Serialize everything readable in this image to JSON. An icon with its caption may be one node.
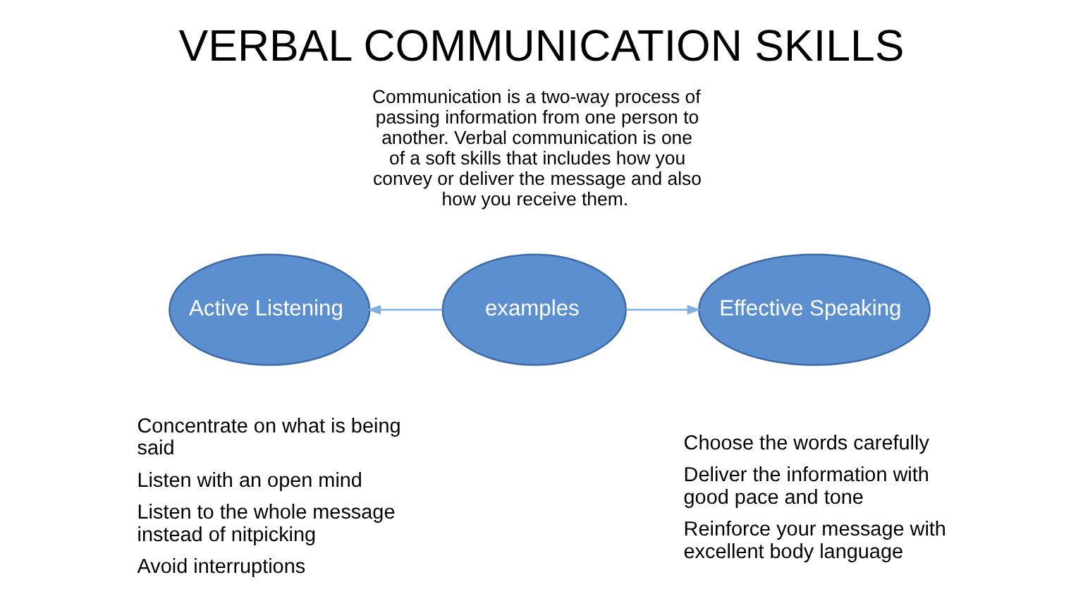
{
  "diagram": {
    "title": "VERBAL COMMUNICATION SKILLS",
    "nodes": [
      {
        "text": [
          "Active Listening"
        ],
        "beside": [
          "Concentrate on what is being said",
          "Listen with an open mind",
          "Listen to the whole message instead of nitpicking",
          "Avoid interruptions"
        ]
      },
      {
        "text": [
          "examples"
        ]
      },
      {
        "text": [
          "Effective Speaking"
        ],
        "beside": [
          "Choose the words carefully",
          "Deliver the information with good pace and tone",
          "Reinforce your message with excellent body language"
        ]
      }
    ],
    "edges": [
      {
        "from": 1,
        "to": 0,
        "arrow": "to"
      },
      {
        "from": 1,
        "to": 2,
        "arrow": "to"
      }
    ],
    "labels": [
      "Communication is a two-way process of passing information from one person to another. Verbal communication is one of a soft skills that includes how you convey or deliver the message and also how you receive them."
    ]
  }
}
